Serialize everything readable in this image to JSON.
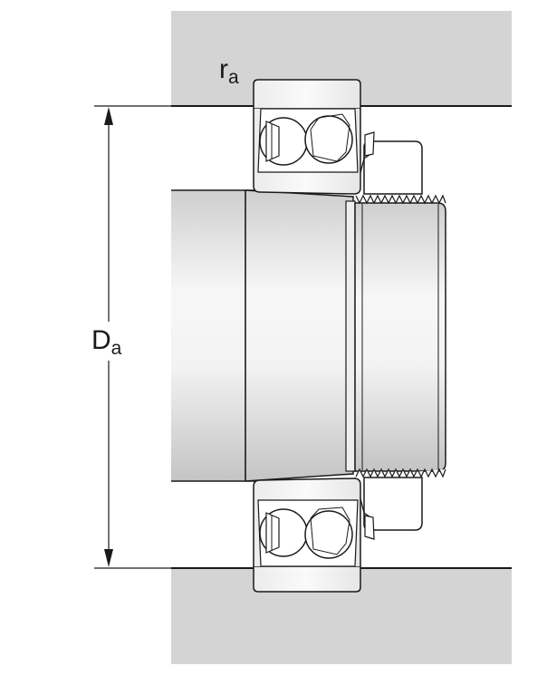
{
  "labels": {
    "ra": {
      "main": "r",
      "sub": "a"
    },
    "da": {
      "main": "D",
      "sub": "a"
    }
  },
  "colors": {
    "housing": "#d4d4d4",
    "outline": "#1a1a1a",
    "shaft_light": "#f7f7f7",
    "shaft_dark": "#c4c4c4",
    "ball_fill": "#ffffff"
  }
}
